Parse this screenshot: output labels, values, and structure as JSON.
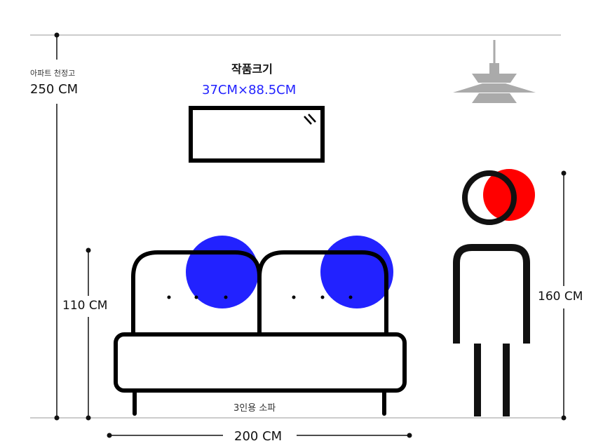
{
  "ceiling": {
    "label": "아파트 천정고",
    "value": "250 CM"
  },
  "artwork": {
    "title": "작품크기",
    "size": "37CM×88.5CM"
  },
  "sofa": {
    "height": "110 CM",
    "label": "3인용 소파",
    "width": "200 CM"
  },
  "person": {
    "height": "160 CM"
  },
  "colors": {
    "accent_blue": "#2222ff",
    "accent_red": "#ff0000",
    "lamp": "#aaaaaa",
    "line": "#111111"
  }
}
